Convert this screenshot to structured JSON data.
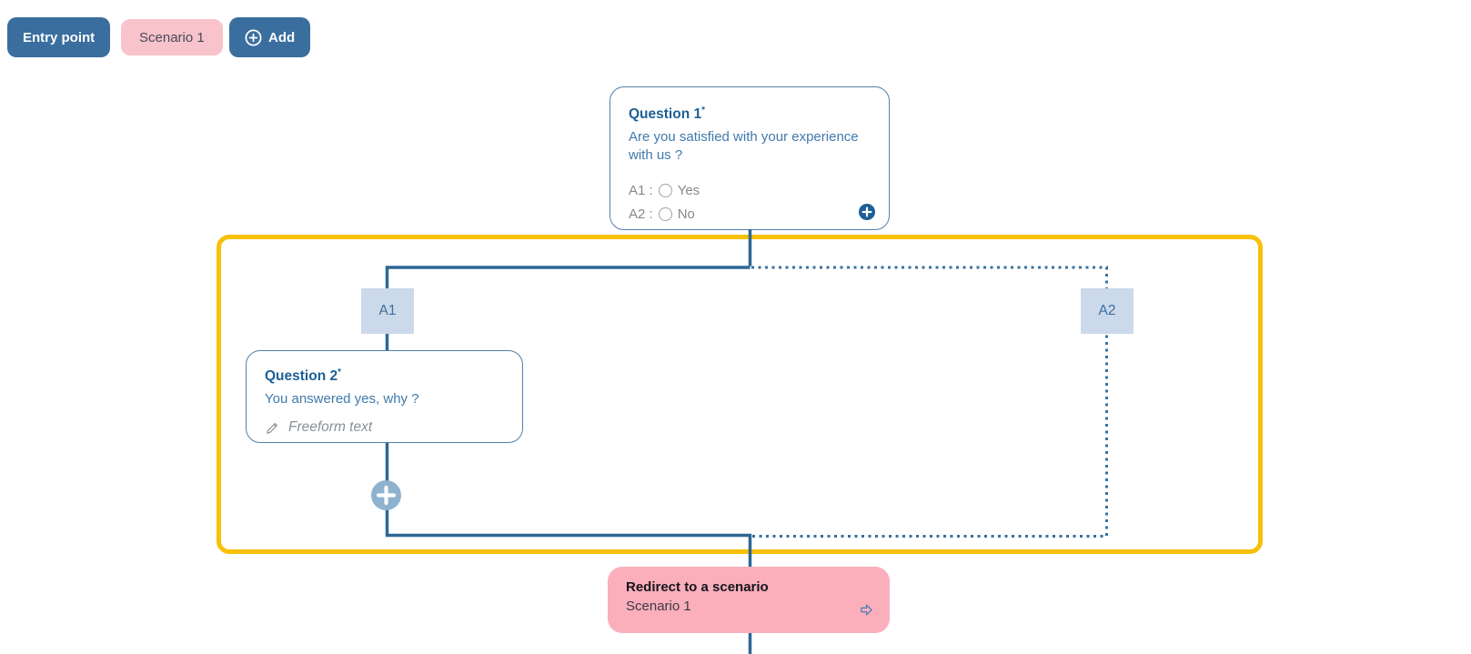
{
  "toolbar": {
    "entry_point_label": "Entry point",
    "scenario_badge_label": "Scenario 1",
    "add_label": "Add"
  },
  "question1": {
    "title": "Question 1",
    "required_mark": "*",
    "text": "Are you satisfied with your experience with us ?",
    "answers": [
      {
        "prefix": "A1 :",
        "label": "Yes"
      },
      {
        "prefix": "A2 :",
        "label": "No"
      }
    ]
  },
  "branches": {
    "left_label": "A1",
    "right_label": "A2"
  },
  "question2": {
    "title": "Question 2",
    "required_mark": "*",
    "text": "You answered yes, why ?",
    "placeholder": "Freeform text"
  },
  "redirect": {
    "title": "Redirect to a scenario",
    "scenario": "Scenario 1"
  },
  "colors": {
    "primary_blue": "#3A6E9E",
    "badge_pink": "#F9C3CB",
    "redirect_pink": "#FAAFBB",
    "light_blue_box": "#CBD9EA",
    "connector_blue": "#2E6795",
    "group_outline_yellow": "#F7C108",
    "title_blue": "#1D6095",
    "body_blue": "#4179AC",
    "muted_gray": "#8A9095"
  }
}
